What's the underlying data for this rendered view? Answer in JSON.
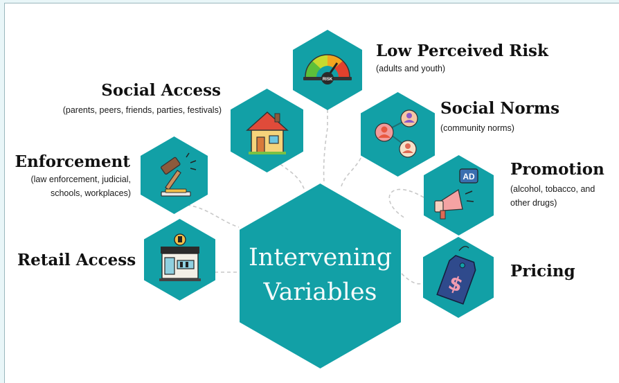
{
  "center": {
    "line1": "Intervening",
    "line2": "Variables"
  },
  "nodes": {
    "low_risk": {
      "title": "Low Perceived Risk",
      "subtitle": "(adults and youth)",
      "icon": "risk-gauge-icon",
      "gauge_label": "RISK"
    },
    "social_access": {
      "title": "Social Access",
      "subtitle": "(parents, peers, friends, parties, festivals)",
      "icon": "house-icon"
    },
    "social_norms": {
      "title": "Social Norms",
      "subtitle": "(community norms)",
      "icon": "people-network-icon"
    },
    "enforcement": {
      "title": "Enforcement",
      "subtitle_line1": "(law enforcement, judicial,",
      "subtitle_line2": "schools, workplaces)",
      "icon": "gavel-icon"
    },
    "promotion": {
      "title": "Promotion",
      "subtitle_line1": "(alcohol, tobacco, and",
      "subtitle_line2": "other drugs)",
      "icon": "megaphone-icon",
      "badge": "AD"
    },
    "retail_access": {
      "title": "Retail Access",
      "icon": "storefront-icon"
    },
    "pricing": {
      "title": "Pricing",
      "icon": "price-tag-icon",
      "tag_symbol": "$"
    }
  },
  "colors": {
    "hex_fill": "#12a0a6",
    "connector": "#c8c8c8",
    "text": "#111111"
  }
}
